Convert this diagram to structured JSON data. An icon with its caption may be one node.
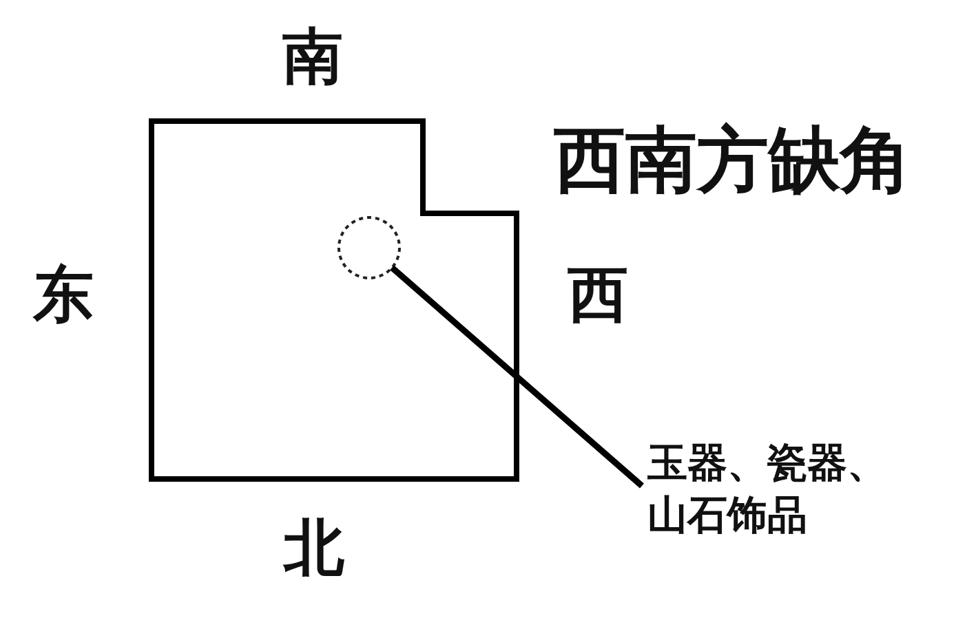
{
  "diagram": {
    "title": "西南方缺角",
    "nodes": [
      {
        "text": [
          "玉器、瓷器、山石饰品"
        ]
      },
      {
        "text": [],
        "shape": "circle"
      }
    ],
    "edges": [
      {
        "from": 0,
        "to": 1,
        "arrow": "none"
      }
    ],
    "labels": [
      "南",
      "东",
      "西",
      "北"
    ]
  }
}
